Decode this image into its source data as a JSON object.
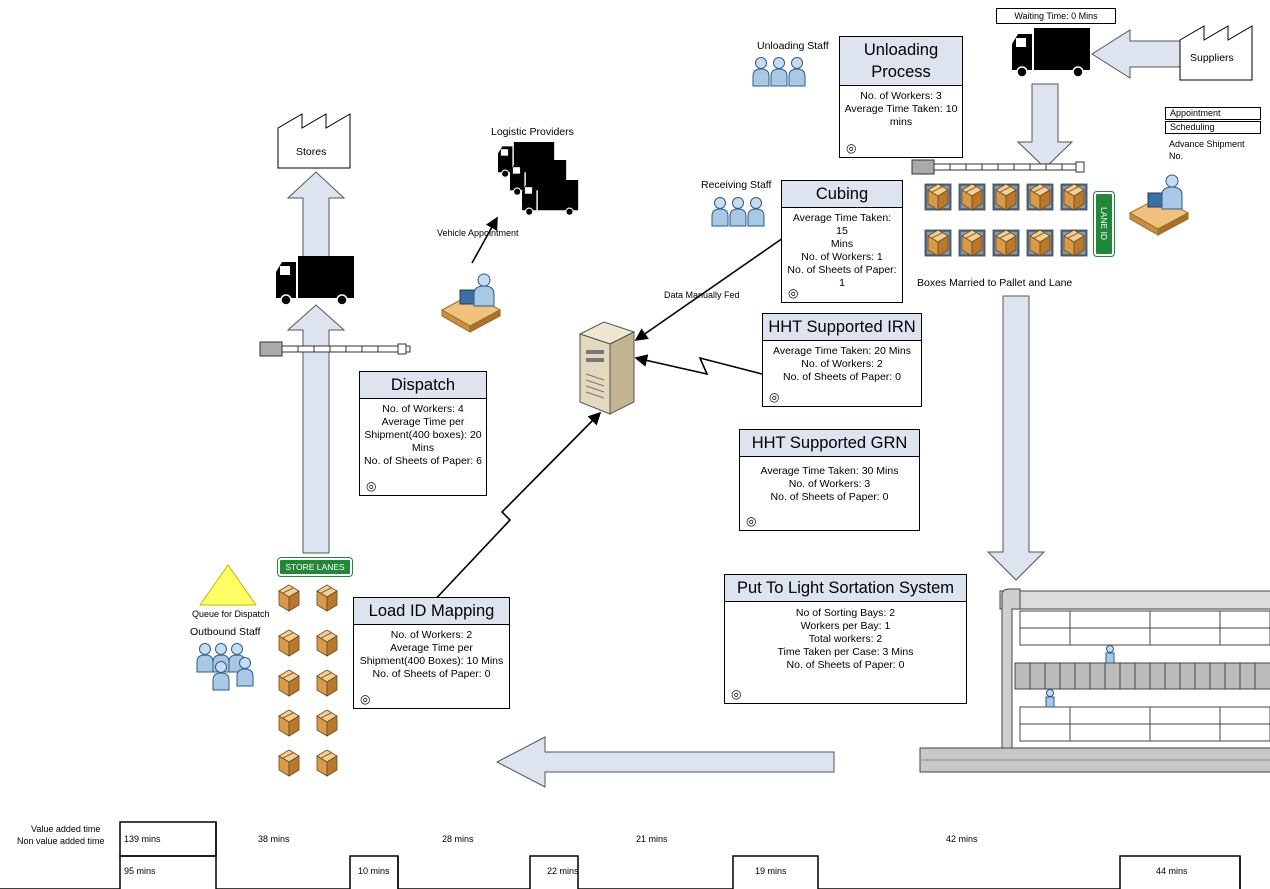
{
  "nodes": {
    "suppliers": "Suppliers",
    "stores": "Stores",
    "logistic_providers": "Logistic Providers",
    "vehicle_appointment": "Vehicle Appointment",
    "data_manually_fed": "Data Manually Fed",
    "unloading_staff": "Unloading Staff",
    "receiving_staff": "Receiving Staff",
    "boxes_married": "Boxes Married to Pallet and Lane",
    "queue_for_dispatch": "Queue for Dispatch",
    "outbound_staff": "Outbound Staff",
    "waiting_time": "Waiting Time: 0 Mins",
    "lane_id": "LANE ID",
    "store_lanes": "STORE LANES",
    "side_items": [
      "Appointment",
      "Scheduling",
      "Advance Shipment",
      "No."
    ]
  },
  "processes": {
    "unloading": {
      "title_1": "Unloading",
      "title_2": "Process",
      "lines": [
        "No. of Workers: 3",
        "Average Time Taken: 10",
        "mins"
      ]
    },
    "cubing": {
      "title": "Cubing",
      "lines": [
        "Average Time Taken: 15",
        "Mins",
        "No. of Workers: 1",
        "No. of Sheets of Paper:",
        "1"
      ]
    },
    "irn": {
      "title": "HHT Supported IRN",
      "lines": [
        "Average Time Taken: 20 Mins",
        "No. of Workers: 2",
        "No. of Sheets of Paper: 0"
      ]
    },
    "grn": {
      "title": "HHT Supported GRN",
      "lines": [
        "Average Time Taken: 30 Mins",
        "No. of Workers: 3",
        "No. of Sheets of Paper: 0"
      ]
    },
    "dispatch": {
      "title": "Dispatch",
      "lines": [
        "No. of Workers: 4",
        "Average Time per",
        "Shipment(400 boxes): 20",
        "Mins",
        "No. of Sheets of Paper: 6"
      ]
    },
    "load_id": {
      "title": "Load ID Mapping",
      "lines": [
        "No. of Workers: 2",
        "Average Time per",
        "Shipment(400 Boxes): 10 Mins",
        "No. of Sheets of Paper: 0"
      ]
    },
    "ptl": {
      "title": "Put To Light Sortation System",
      "lines": [
        "No of Sorting Bays: 2",
        "Workers per Bay: 1",
        "Total workers: 2",
        "Time Taken per Case: 3 Mins",
        "No. of Sheets of Paper: 0"
      ]
    }
  },
  "timeline": {
    "value_added_label": "Value added time",
    "non_value_added_label": "Non value added time",
    "total_value_added": "139 mins",
    "total_non_value_added": "95 mins",
    "value_added_segments": [
      "38 mins",
      "28 mins",
      "21 mins",
      "42 mins"
    ],
    "non_value_added_segments": [
      "10 mins",
      "22 mins",
      "19 mins",
      "44 mins"
    ]
  }
}
